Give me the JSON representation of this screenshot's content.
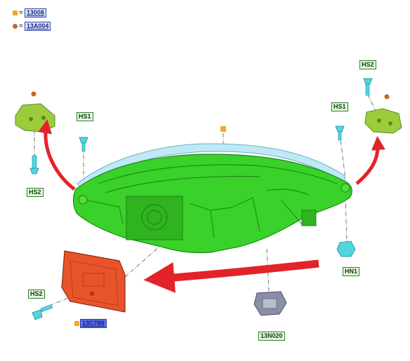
{
  "legend": [
    {
      "symbol": "square",
      "color": "#f5a623",
      "equals": "=",
      "code": "13008"
    },
    {
      "symbol": "circle",
      "color": "#c8652a",
      "equals": "=",
      "code": "13A004"
    }
  ],
  "callouts": {
    "hs2_top_right": "HS2",
    "hs1_left": "HS1",
    "hs1_right": "HS1",
    "hs2_left": "HS2",
    "hn1": "HN1",
    "hs2_bottom_left": "HS2",
    "module": "13C788",
    "bulb_socket": "13N020"
  },
  "colors": {
    "headlamp": "#3ad12a",
    "headlamp_dark": "#229a18",
    "bracket": "#9ccc3c",
    "module": "#e8542a",
    "arrow": "#e2242a",
    "fastener": "#4fd6e0",
    "socket": "#8a8fa8"
  }
}
